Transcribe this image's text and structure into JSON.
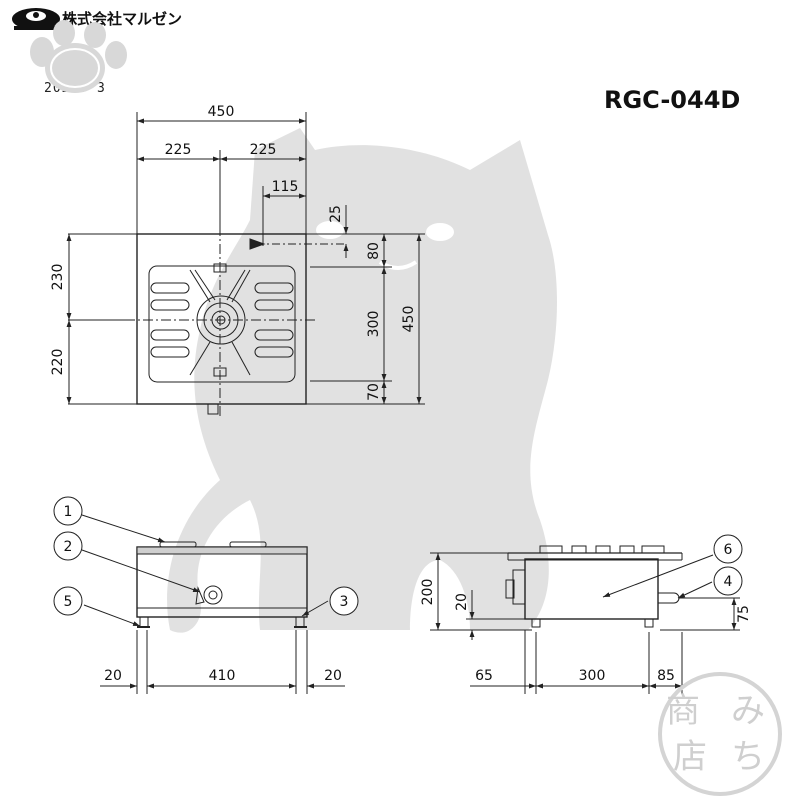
{
  "header": {
    "company_name": "株式会社マルゼン",
    "date": "2020. 3",
    "model": "RGC-044D"
  },
  "stamp": {
    "chars": [
      "商",
      "店",
      "み",
      "ち"
    ]
  },
  "dimensions": {
    "top_view": {
      "total_width": "450",
      "half_left": "225",
      "half_right": "225",
      "burner_offset": "115",
      "left_upper": "230",
      "left_lower": "220",
      "right_top": "25",
      "right_80": "80",
      "right_300": "300",
      "right_70": "70",
      "right_total": "450"
    },
    "front_view": {
      "left_margin": "20",
      "width": "410",
      "right_margin": "20"
    },
    "side_view": {
      "height": "200",
      "small_height": "20",
      "foot_height": "75",
      "left": "65",
      "middle": "300",
      "right": "85"
    }
  },
  "callouts": [
    "1",
    "2",
    "3",
    "4",
    "5",
    "6"
  ]
}
